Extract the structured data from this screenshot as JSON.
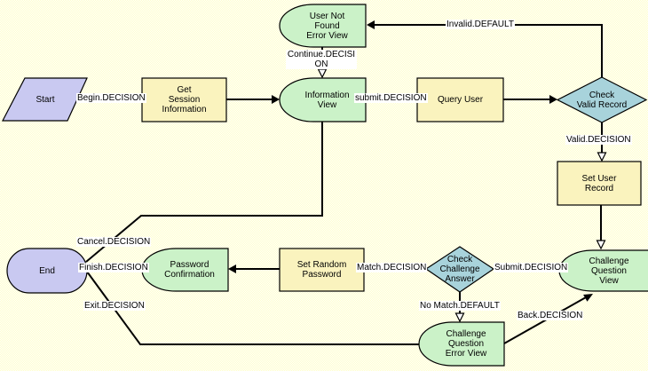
{
  "diagram": {
    "colors": {
      "canvas_light": "#FFFFFF",
      "canvas_yellow": "#FFFFC9",
      "step_fill": "#FAF3BE",
      "view_fill": "#CBF2C8",
      "decision_fill": "#A8D3DB",
      "terminal_fill": "#C9C9F1",
      "line": "#000000",
      "arrow_hollow_fill": "#FFFFFF",
      "label_background": "#FFFFFF",
      "text": "#000000"
    },
    "nodes": {
      "start": {
        "label": "Start",
        "type": "start"
      },
      "get_session_information": {
        "label": "Get\nSession\nInformation",
        "type": "step"
      },
      "information_view": {
        "label": "Information\nView",
        "type": "view"
      },
      "user_not_found_error_view": {
        "label": "User Not\nFound\nError View",
        "type": "view"
      },
      "query_user": {
        "label": "Query User",
        "type": "step"
      },
      "check_valid_record": {
        "label": "Check\nValid Record",
        "type": "decision"
      },
      "set_user_record": {
        "label": "Set User\nRecord",
        "type": "step"
      },
      "challenge_question_view": {
        "label": "Challenge\nQuestion\nView",
        "type": "view"
      },
      "check_challenge_answer": {
        "label": "Check\nChallenge\nAnswer",
        "type": "decision"
      },
      "set_random_password": {
        "label": "Set Random\nPassword",
        "type": "step"
      },
      "password_confirmation": {
        "label": "Password\nConfirmation",
        "type": "view"
      },
      "end": {
        "label": "End",
        "type": "end"
      },
      "challenge_question_error_view": {
        "label": "Challenge\nQuestion\nError View",
        "type": "view"
      }
    },
    "connectors": {
      "begin": {
        "label": "Begin.DECISION",
        "from": "start",
        "to": "get_session_information"
      },
      "to_information_view": {
        "label": "",
        "from": "get_session_information",
        "to": "information_view"
      },
      "submit_info": {
        "label": "submit.DECISION",
        "from": "information_view",
        "to": "query_user"
      },
      "to_check_valid_record": {
        "label": "",
        "from": "query_user",
        "to": "check_valid_record"
      },
      "invalid": {
        "label": "Invalid.DEFAULT",
        "from": "check_valid_record",
        "to": "user_not_found_error_view"
      },
      "continue": {
        "label": "Continue.DECISI\nON",
        "from": "user_not_found_error_view",
        "to": "information_view"
      },
      "valid": {
        "label": "Valid.DECISION",
        "from": "check_valid_record",
        "to": "set_user_record"
      },
      "to_challenge_question_view": {
        "label": "",
        "from": "set_user_record",
        "to": "challenge_question_view"
      },
      "submit_challenge": {
        "label": "Submit.DECISION",
        "from": "challenge_question_view",
        "to": "check_challenge_answer"
      },
      "match": {
        "label": "Match.DECISION",
        "from": "check_challenge_answer",
        "to": "set_random_password"
      },
      "to_password_confirmation": {
        "label": "",
        "from": "set_random_password",
        "to": "password_confirmation"
      },
      "finish": {
        "label": "Finish.DECISION",
        "from": "password_confirmation",
        "to": "end"
      },
      "no_match": {
        "label": "No Match.DEFAULT",
        "from": "check_challenge_answer",
        "to": "challenge_question_error_view"
      },
      "back": {
        "label": "Back.DECISION",
        "from": "challenge_question_error_view",
        "to": "challenge_question_view"
      },
      "cancel": {
        "label": "Cancel.DECISION",
        "from": "information_view",
        "to": "end"
      },
      "exit": {
        "label": "Exit.DECISION",
        "from": "end",
        "to": "challenge_question_error_view"
      }
    }
  }
}
